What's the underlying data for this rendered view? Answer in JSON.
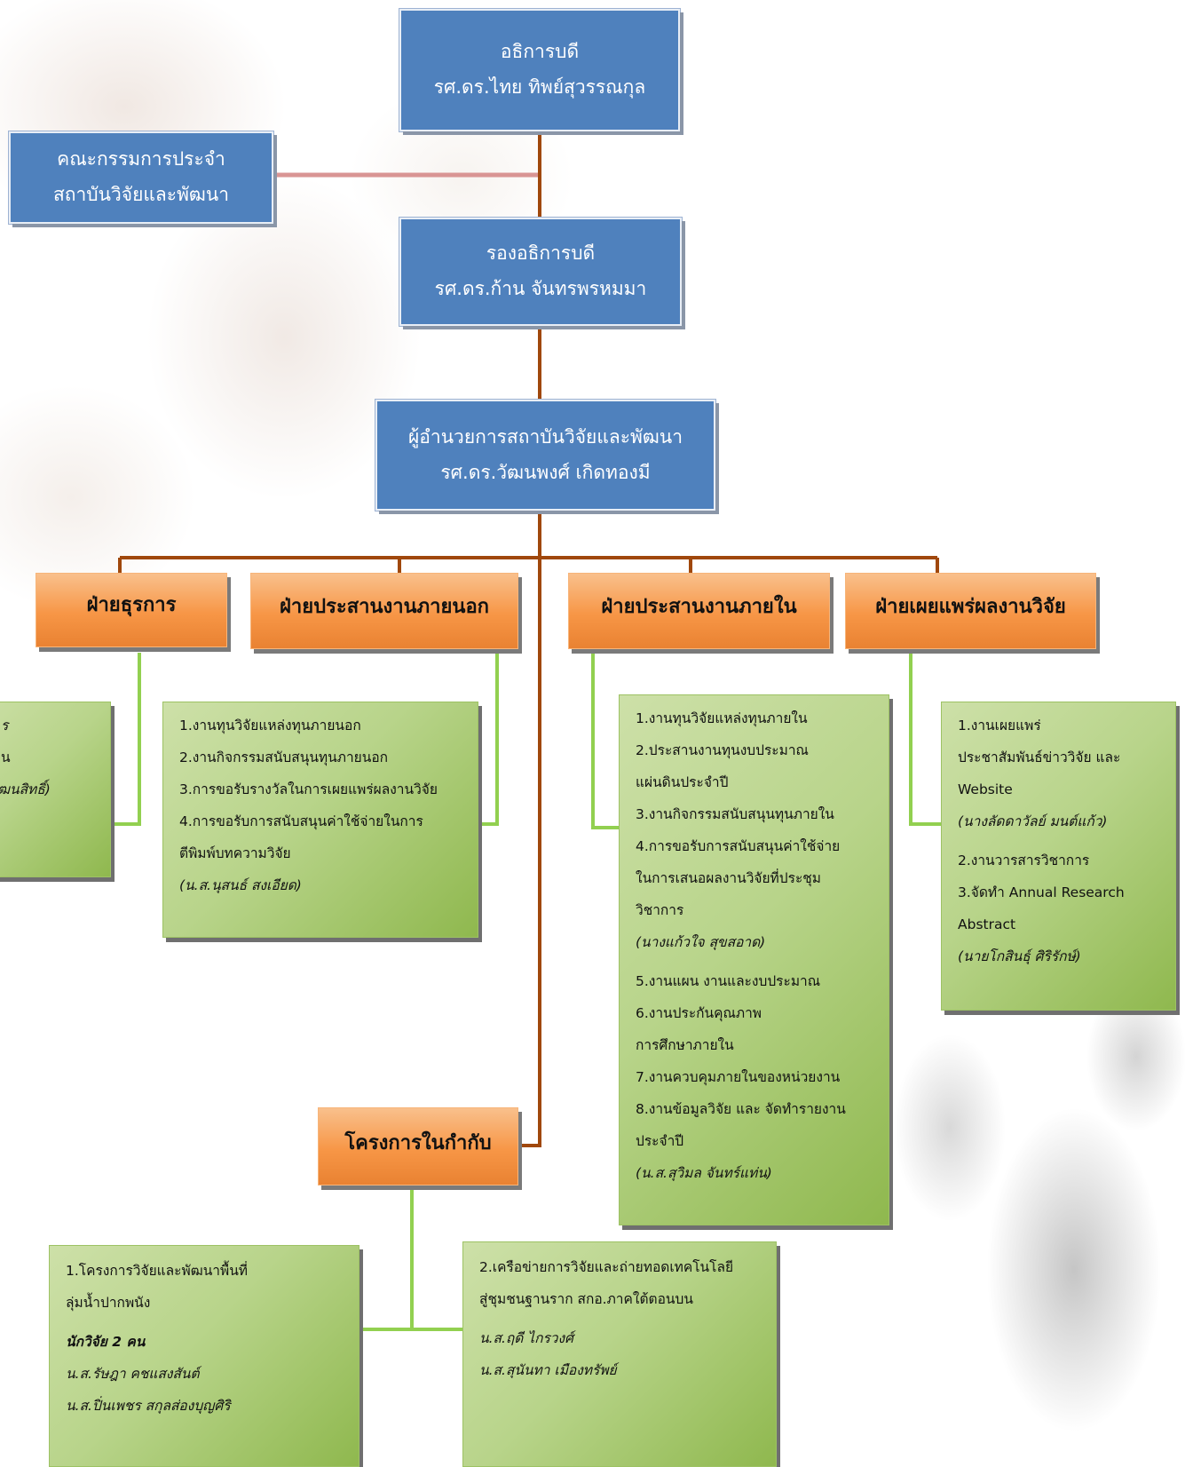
{
  "president": {
    "title": "อธิการบดี",
    "name": "รศ.ดร.ไทย  ทิพย์สุวรรณกุล"
  },
  "committee": {
    "line1": "คณะกรรมการประจำ",
    "line2": "สถาบันวิจัยและพัฒนา"
  },
  "vice_president": {
    "title": "รองอธิการบดี",
    "name": "รศ.ดร.ก้าน  จันทรพรหมมา"
  },
  "director": {
    "title": "ผู้อำนวยการสถาบันวิจัยและพัฒนา",
    "name": "รศ.ดร.วัฒนพงศ์  เกิดทองมี"
  },
  "divisions": {
    "general": "ฝ่ายธุรการ",
    "external": "ฝ่ายประสานงานภายนอก",
    "internal": "ฝ่ายประสานงานภายใน",
    "dissemination": "ฝ่ายเผยแพร่ผลงานวิจัย",
    "projects": "โครงการในกำกับ"
  },
  "general_tasks": {
    "line1": "ร",
    "line2": "น",
    "person": "ฒนสิทธิ์)"
  },
  "external_tasks": {
    "items": [
      "1.งานทุนวิจัยแหล่งทุนภายนอก",
      "2.งานกิจกรรมสนับสนุนทุนภายนอก",
      "3.การขอรับรางวัลในการเผยแพร่ผลงานวิจัย",
      "4.การขอรับการสนับสนุนค่าใช้จ่ายในการ",
      "ตีพิมพ์บทความวิจัย"
    ],
    "person": "(น.ส.นุสนธ์ สงเอียด)"
  },
  "internal_tasks": {
    "items_a": [
      "1.งานทุนวิจัยแหล่งทุนภายใน",
      "2.ประสานงานทุนงบประมาณ",
      "แผ่นดินประจำปี",
      "3.งานกิจกรรมสนับสนุนทุนภายใน",
      "4.การขอรับการสนับสนุนค่าใช้จ่าย",
      "ในการเสนอผลงานวิจัยที่ประชุม",
      "วิชาการ"
    ],
    "person_a": " (นางแก้วใจ  สุขสอาด)",
    "items_b": [
      "5.งานแผน งานและงบประมาณ",
      "6.งานประกันคุณภาพ",
      "การศึกษาภายใน",
      "7.งานควบคุมภายในของหน่วยงาน",
      "8.งานข้อมูลวิจัย และ จัดทำรายงาน",
      "ประจำปี"
    ],
    "person_b": "(น.ส.สุวิมล  จันทร์แท่น)"
  },
  "dissemination_tasks": {
    "items_a": [
      "1.งานเผยแพร่",
      "ประชาสัมพันธ์ข่าววิจัย และ",
      "Website"
    ],
    "person_a": "(นางลัดดาวัลย์ มนต์แก้ว)",
    "items_b": [
      "2.งานวารสารวิชาการ",
      "3.จัดทำ Annual Research",
      "Abstract"
    ],
    "person_b": "(นายโกสินธุ์ ศิริรักษ์)"
  },
  "project1": {
    "items": [
      "1.โครงการวิจัยและพัฒนาพื้นที่",
      "ลุ่มน้ำปากพนัง"
    ],
    "researchers_label": "นักวิจัย 2 คน",
    "researchers": [
      "น.ส.รัษฎา  คชแสงสันต์",
      "น.ส.ปิ่นเพชร  สกุลส่องบุญศิริ"
    ]
  },
  "project2": {
    "items": [
      "2.เครือข่ายการวิจัยและถ่ายทอดเทคโนโลยี",
      "สู่ชุมชนฐานราก สกอ.ภาคใต้ตอนบน"
    ],
    "researchers": [
      "น.ส.ฤดี ไกรวงศ์",
      "น.ส.สุนันทา เมืองทรัพย์"
    ]
  },
  "colors": {
    "blue": "#4f81bd",
    "orange": "#f79646",
    "green": "#9bbb59",
    "connector_brown": "#a0480c",
    "connector_pink": "#d99594",
    "connector_green": "#92d050"
  }
}
